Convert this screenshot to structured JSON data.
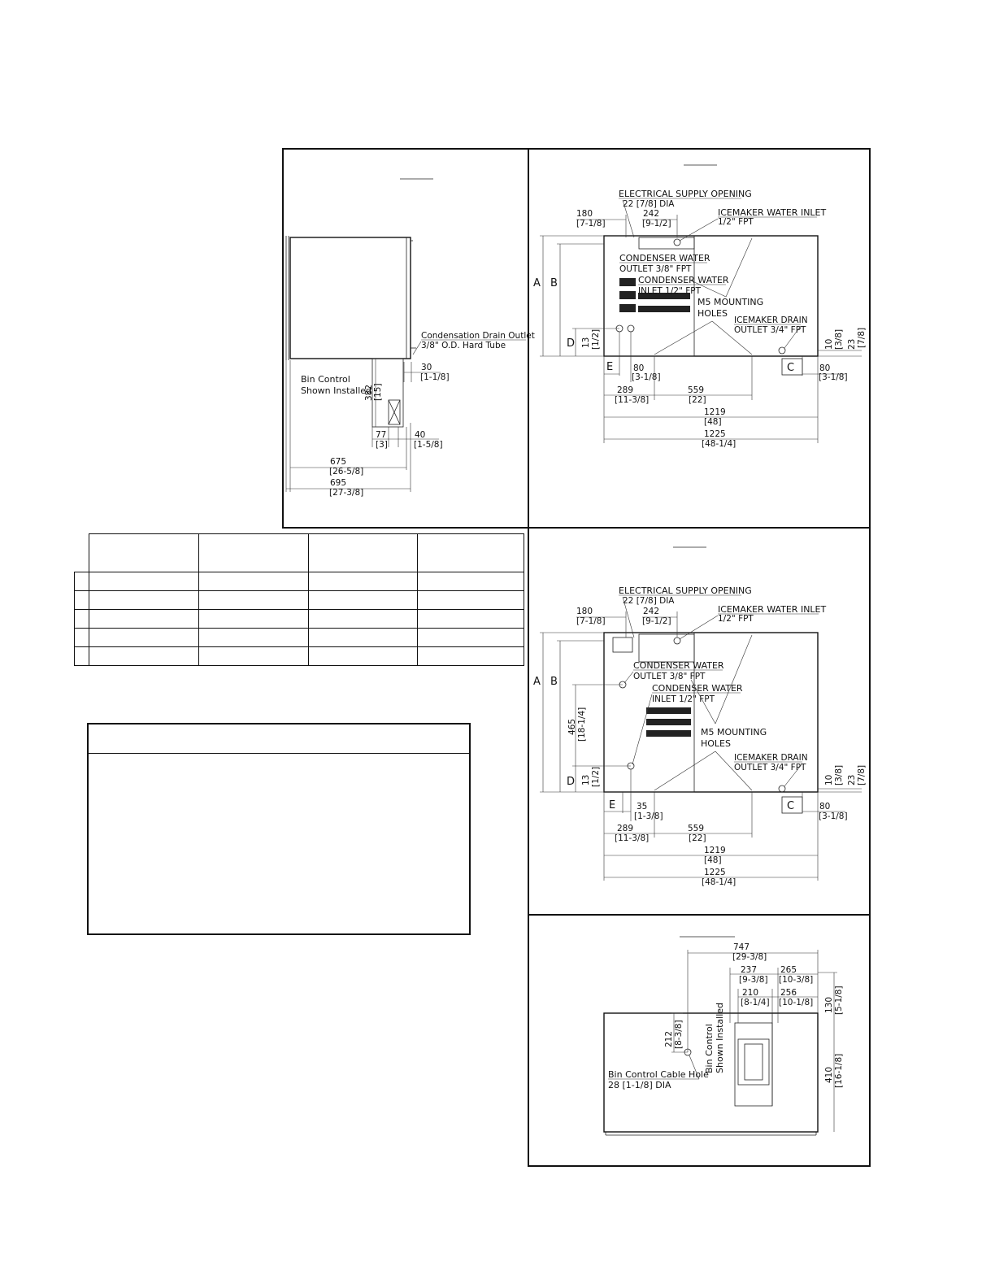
{
  "side_view": {
    "drain_label": "Condensation Drain Outlet",
    "drain_spec": "3/8\" O.D. Hard Tube",
    "bin_label_1": "Bin Control",
    "bin_label_2": "Shown Installed",
    "d30": "30",
    "d30_in": "[1-1/8]",
    "d382": "382",
    "d382_in": "[15]",
    "d77": "77",
    "d77_in": "[3]",
    "d40": "40",
    "d40_in": "[1-5/8]",
    "d675": "675",
    "d675_in": "[26-5/8]",
    "d695": "695",
    "d695_in": "[27-3/8]"
  },
  "rear_view_1": {
    "elec_label": "ELECTRICAL SUPPLY OPENING",
    "elec_spec": "22 [7/8] DIA",
    "ice_inlet_label": "ICEMAKER WATER INLET",
    "ice_inlet_spec": "1/2\" FPT",
    "cond_out_label": "CONDENSER WATER",
    "cond_out_spec": "OUTLET 3/8\" FPT",
    "cond_in_label": "CONDENSER WATER",
    "cond_in_spec": "INLET 1/2\" FPT",
    "mount_label": "M5 MOUNTING",
    "mount_label2": "HOLES",
    "drain_label": "ICEMAKER DRAIN",
    "drain_spec": "OUTLET 3/4\" FPT",
    "d180": "180",
    "d180_in": "[7-1/8]",
    "d242": "242",
    "d242_in": "[9-1/2]",
    "A": "A",
    "B": "B",
    "C": "C",
    "D": "D",
    "E": "E",
    "d13": "13",
    "d13_in": "[1/2]",
    "d80a": "80",
    "d80a_in": "[3-1/8]",
    "d80b": "80",
    "d80b_in": "[3-1/8]",
    "d10": "10",
    "d10_in": "[3/8]",
    "d23": "23",
    "d23_in": "[7/8]",
    "d289": "289",
    "d289_in": "[11-3/8]",
    "d559": "559",
    "d559_in": "[22]",
    "d1219": "1219",
    "d1219_in": "[48]",
    "d1225": "1225",
    "d1225_in": "[48-1/4]"
  },
  "rear_view_2": {
    "elec_label": "ELECTRICAL SUPPLY OPENING",
    "elec_spec": "22 [7/8] DIA",
    "ice_inlet_label": "ICEMAKER WATER INLET",
    "ice_inlet_spec": "1/2\" FPT",
    "cond_out_label": "CONDENSER WATER",
    "cond_out_spec": "OUTLET 3/8\" FPT",
    "cond_in_label": "CONDENSER WATER",
    "cond_in_spec": "INLET 1/2\" FPT",
    "mount_label": "M5 MOUNTING",
    "mount_label2": "HOLES",
    "drain_label": "ICEMAKER DRAIN",
    "drain_spec": "OUTLET 3/4\" FPT",
    "d180": "180",
    "d180_in": "[7-1/8]",
    "d242": "242",
    "d242_in": "[9-1/2]",
    "A": "A",
    "B": "B",
    "C": "C",
    "D": "D",
    "E": "E",
    "d465": "465",
    "d465_in": "[18-1/4]",
    "d13": "13",
    "d13_in": "[1/2]",
    "d35": "35",
    "d35_in": "[1-3/8]",
    "d80": "80",
    "d80_in": "[3-1/8]",
    "d10": "10",
    "d10_in": "[3/8]",
    "d23": "23",
    "d23_in": "[7/8]",
    "d289": "289",
    "d289_in": "[11-3/8]",
    "d559": "559",
    "d559_in": "[22]",
    "d1219": "1219",
    "d1219_in": "[48]",
    "d1225": "1225",
    "d1225_in": "[48-1/4]"
  },
  "top_view": {
    "d747": "747",
    "d747_in": "[29-3/8]",
    "d237": "237",
    "d237_in": "[9-3/8]",
    "d265": "265",
    "d265_in": "[10-3/8]",
    "d210": "210",
    "d210_in": "[8-1/4]",
    "d256": "256",
    "d256_in": "[10-1/8]",
    "d130": "130",
    "d130_in": "[5-1/8]",
    "d212": "212",
    "d212_in": "[8-3/8]",
    "d410": "410",
    "d410_in": "[16-1/8]",
    "bin_label_1": "Bin Control",
    "bin_label_2": "Shown Installed",
    "cable_label": "Bin Control Cable Hole",
    "cable_spec": "28 [1-1/8] DIA"
  }
}
